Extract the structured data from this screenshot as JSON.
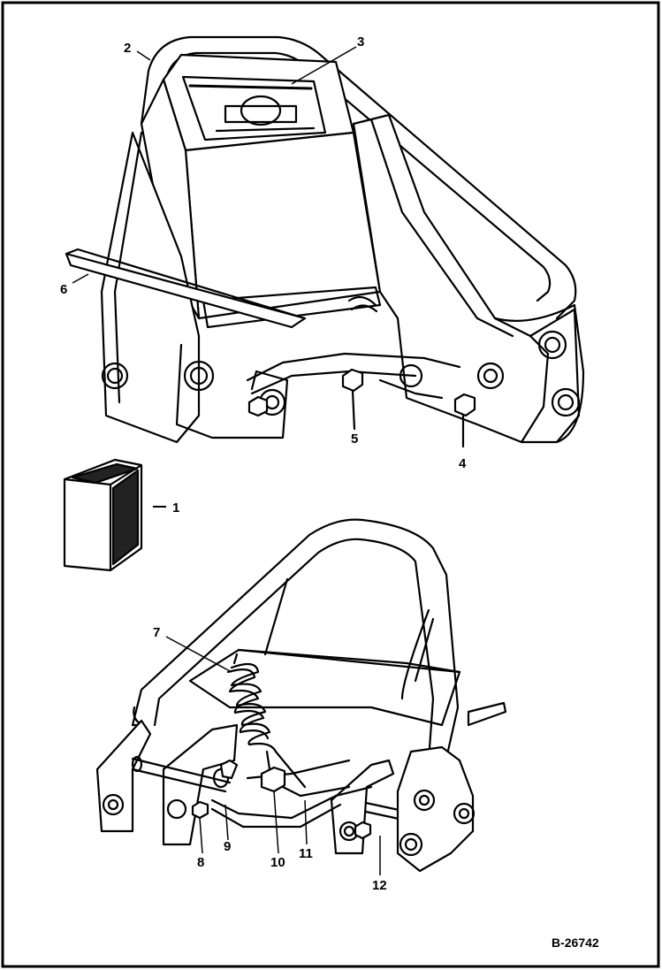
{
  "figure": {
    "reference_code": "B-26742",
    "callouts": {
      "c1": "1",
      "c2": "2",
      "c3": "3",
      "c4": "4",
      "c5": "5",
      "c6": "6",
      "c7": "7",
      "c8": "8",
      "c9": "9",
      "c10": "10",
      "c11": "11",
      "c12": "12"
    }
  }
}
